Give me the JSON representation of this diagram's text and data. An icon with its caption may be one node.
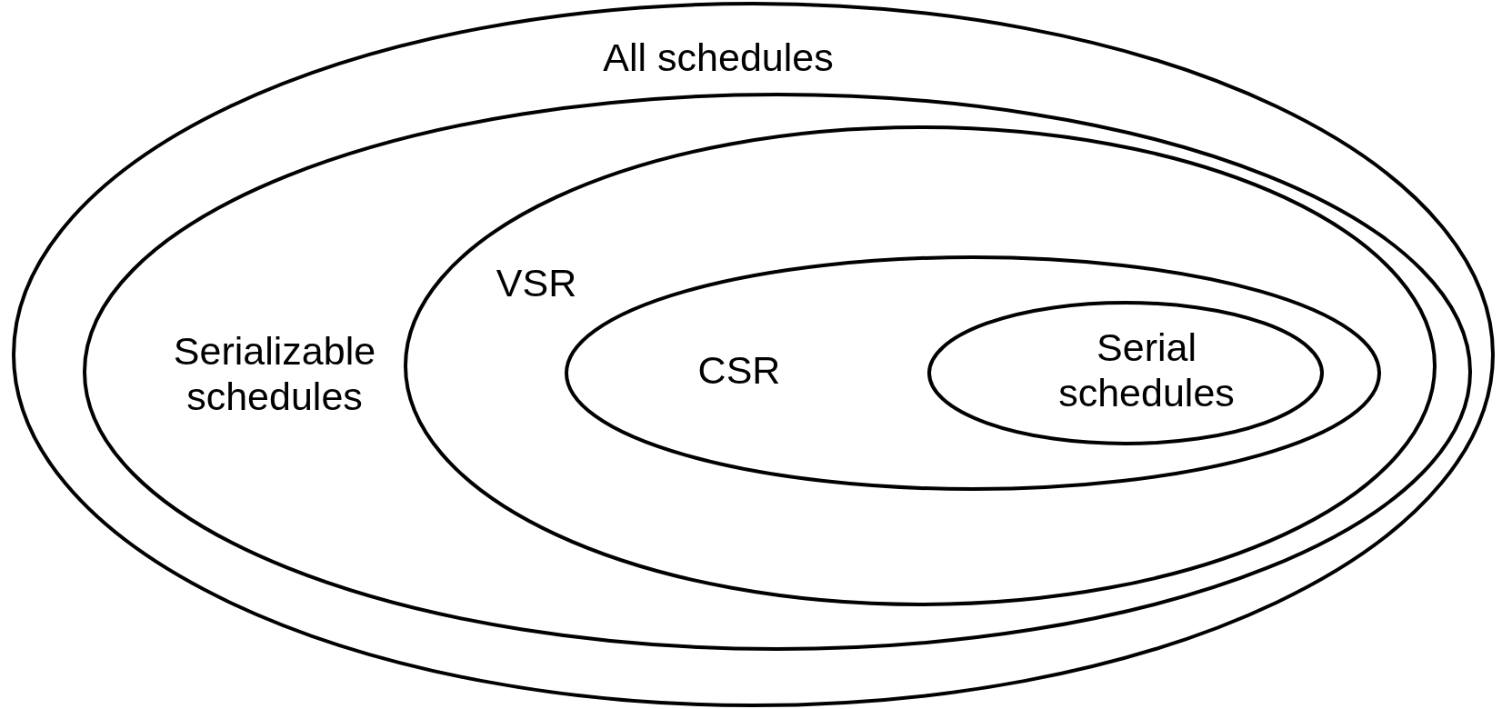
{
  "diagram": {
    "nodes": [
      {
        "text": [
          "All schedules"
        ]
      },
      {
        "text": [
          "Serializable schedules"
        ],
        "in": 0
      },
      {
        "text": [
          "VSR"
        ],
        "in": 1
      },
      {
        "text": [
          "CSR"
        ],
        "in": 2
      },
      {
        "text": [
          "Serial schedules"
        ],
        "in": 3
      }
    ]
  }
}
